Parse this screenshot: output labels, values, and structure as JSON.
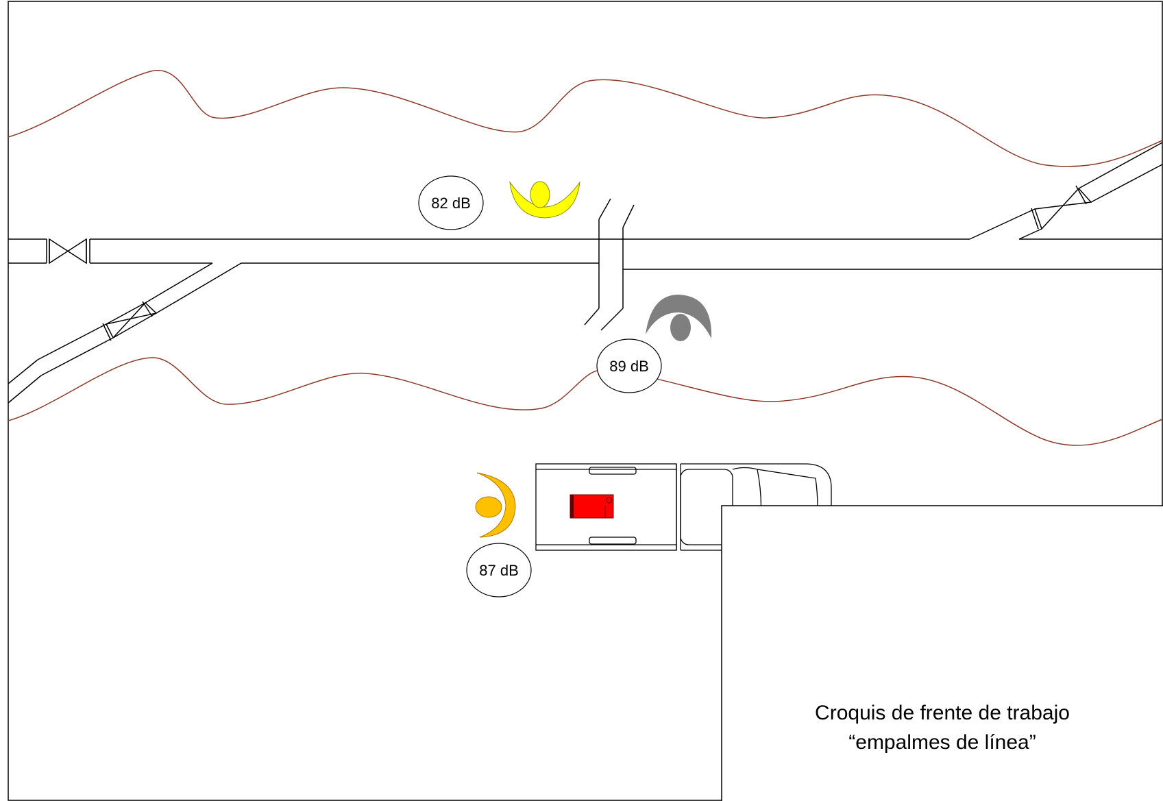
{
  "title_box": {
    "line1": "Croquis de frente de trabajo",
    "line2": "“empalmes de línea”"
  },
  "noise_readings": [
    {
      "id": "reading-1",
      "label": "82 dB",
      "worker_color": "#ffff00"
    },
    {
      "id": "reading-2",
      "label": "89 dB",
      "worker_color": "#7f7f7f"
    },
    {
      "id": "reading-3",
      "label": "87 dB",
      "worker_color": "#ffc000"
    }
  ],
  "colors": {
    "terrain_line": "#8b3a2a",
    "equipment": "#ff0000",
    "outline": "#000000"
  },
  "icons": [
    "worker-icon",
    "valve-icon",
    "pickup-truck-icon",
    "generator-icon"
  ]
}
